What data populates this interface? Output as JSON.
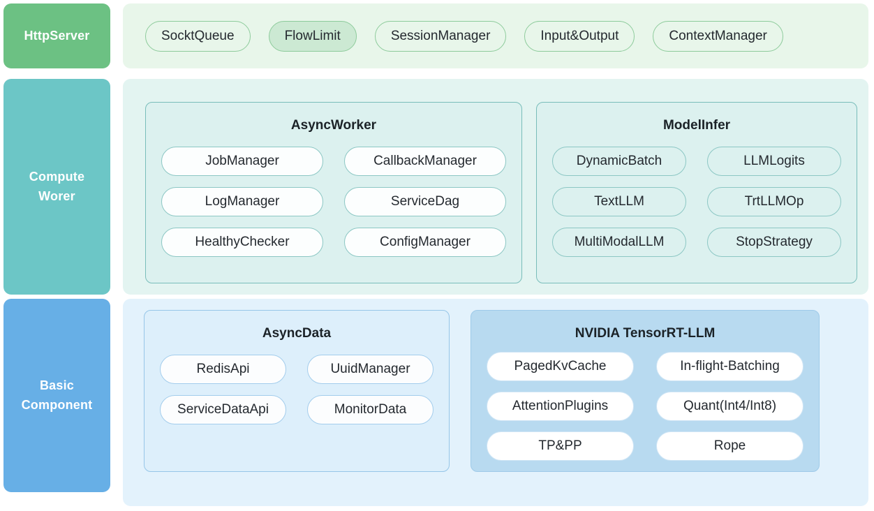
{
  "layers": {
    "http": {
      "category_label": "HttpServer",
      "items": [
        {
          "label": "SocktQueue",
          "highlighted": false
        },
        {
          "label": "FlowLimit",
          "highlighted": true
        },
        {
          "label": "SessionManager",
          "highlighted": false
        },
        {
          "label": "Input&Output",
          "highlighted": false
        },
        {
          "label": "ContextManager",
          "highlighted": false
        }
      ]
    },
    "compute": {
      "category_label_line1": "Compute",
      "category_label_line2": "Worer",
      "groups": [
        {
          "title": "AsyncWorker",
          "items": [
            "JobManager",
            "CallbackManager",
            "LogManager",
            "ServiceDag",
            "HealthyChecker",
            "ConfigManager"
          ]
        },
        {
          "title": "ModelInfer",
          "items": [
            "DynamicBatch",
            "LLMLogits",
            "TextLLM",
            "TrtLLMOp",
            "MultiModalLLM",
            "StopStrategy"
          ]
        }
      ]
    },
    "basic": {
      "category_label_line1": "Basic",
      "category_label_line2": "Component",
      "groups": [
        {
          "title": "AsyncData",
          "items": [
            "RedisApi",
            "UuidManager",
            "ServiceDataApi",
            "MonitorData"
          ]
        },
        {
          "title": "NVIDIA TensorRT-LLM",
          "items": [
            "PagedKvCache",
            "In-flight-Batching",
            "AttentionPlugins",
            "Quant(Int4/Int8)",
            "TP&PP",
            "Rope"
          ]
        }
      ]
    }
  },
  "colors": {
    "http_category": "#6CC183",
    "compute_category": "#6CC6C6",
    "basic_category": "#67AFE6",
    "http_band": "#E8F6EA",
    "compute_band": "#E3F4F1",
    "basic_band": "#E3F2FC",
    "teal_border": "#79BDBA",
    "blue_border": "#96C6E8",
    "tensorrt_fill": "#B8DAF0",
    "highlight_pill": "#CCE9D3"
  }
}
